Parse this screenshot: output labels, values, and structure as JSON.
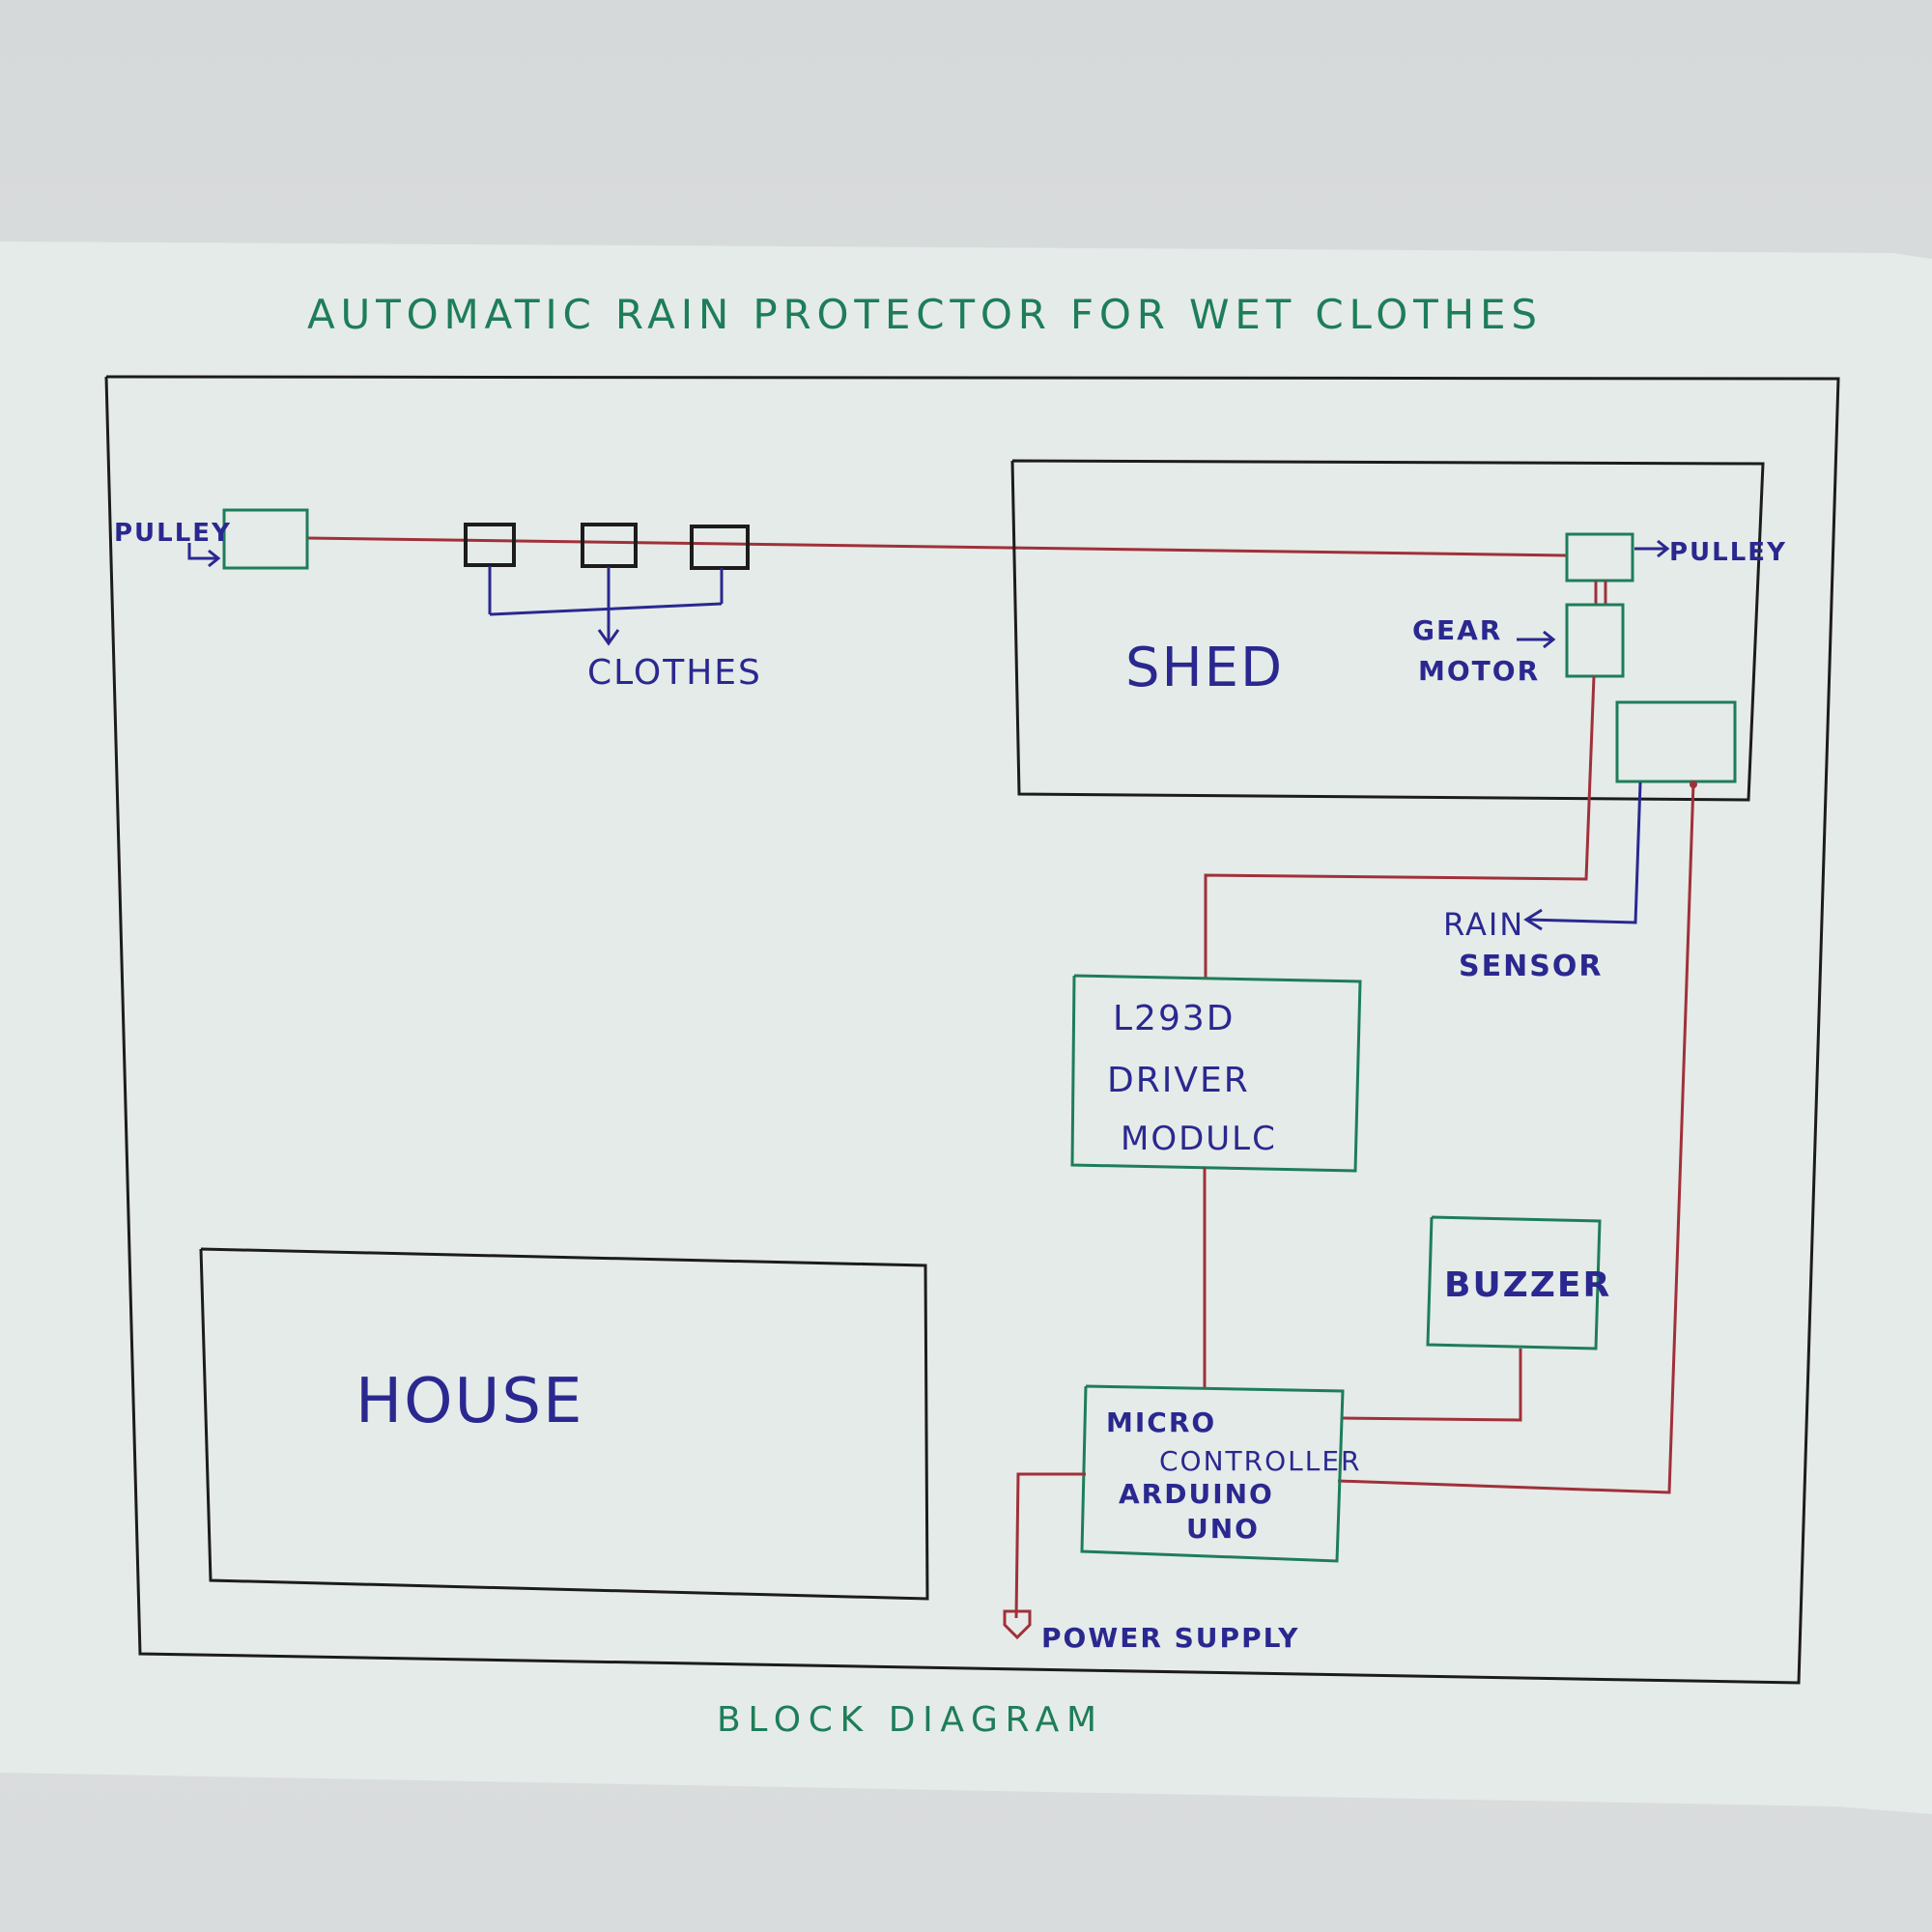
{
  "title": "AUTOMATIC RAIN PROTECTOR FOR WET CLOTHES",
  "caption": "BLOCK DIAGRAM",
  "labels": {
    "pulley_left": "PULLEY",
    "pulley_right": "PULLEY",
    "clothes": "CLOTHES",
    "shed": "SHED",
    "gear_motor_line1": "GEAR",
    "gear_motor_line2": "MOTOR",
    "rain_sensor_line1": "RAIN",
    "rain_sensor_line2": "SENSOR",
    "driver_line1": "L293D",
    "driver_line2": "DRIVER",
    "driver_line3": "MODULC",
    "buzzer": "BUZZER",
    "mcu_line1": "MICRO",
    "mcu_line2": "CONTROLLER",
    "mcu_line3": "ARDUINO",
    "mcu_line4": "UNO",
    "house": "HOUSE",
    "power_supply": "POWER SUPPLY"
  },
  "colors": {
    "paper": "#e6ece9",
    "green_ink": "#1e7d5a",
    "blue_ink": "#2a2890",
    "red_ink": "#a0303a",
    "black_ink": "#1c1c1c"
  }
}
